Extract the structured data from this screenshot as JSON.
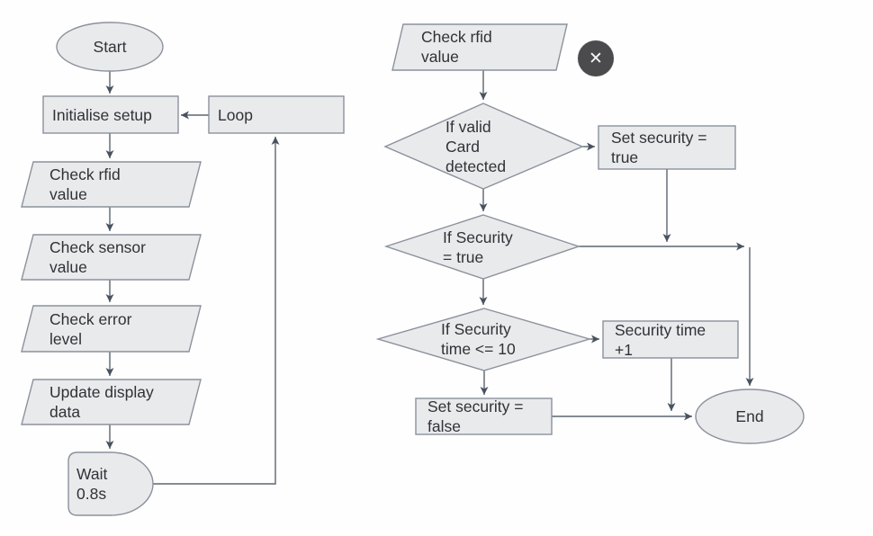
{
  "colors": {
    "shape_fill": "#e9eaec",
    "shape_stroke": "#8b919c",
    "arrow": "#5c6570",
    "text": "#2f3237",
    "close_button_bg": "#4b4b4d"
  },
  "close_button": {
    "icon": "✕"
  },
  "nodes": {
    "start": {
      "label": "Start"
    },
    "initialise": {
      "label": "Initialise setup"
    },
    "loop": {
      "label": "Loop"
    },
    "check_rfid_left": {
      "label": "Check rfid\nvalue"
    },
    "check_sensor": {
      "label": "Check sensor\nvalue"
    },
    "check_error": {
      "label": "Check error\nlevel"
    },
    "update_display": {
      "label": "Update display\ndata"
    },
    "wait": {
      "label": "Wait\n0.8s"
    },
    "check_rfid_right": {
      "label": "Check rfid\nvalue"
    },
    "if_valid_card": {
      "label": "If valid\nCard\ndetected"
    },
    "set_security_true": {
      "label": "Set security =\ntrue"
    },
    "if_security_true": {
      "label": "If Security\n= true"
    },
    "if_security_time": {
      "label": "If Security\ntime <= 10"
    },
    "security_time_inc": {
      "label": "Security time\n+1"
    },
    "set_security_false": {
      "label": "Set security =\nfalse"
    },
    "end": {
      "label": "End"
    }
  }
}
